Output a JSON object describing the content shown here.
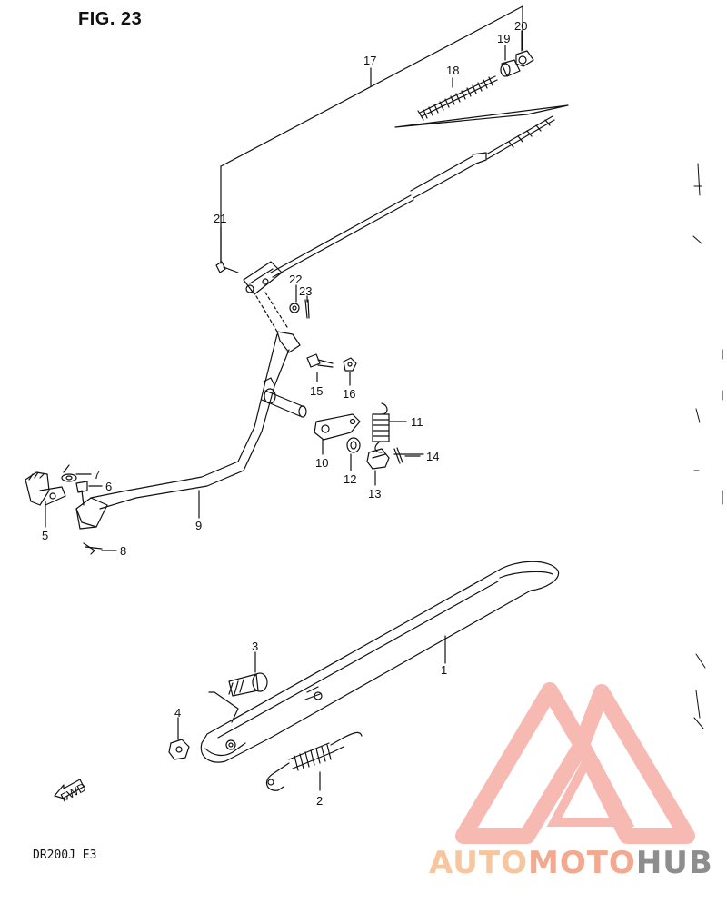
{
  "figure": {
    "title": "FIG. 23",
    "model_code": "DR200J  E3",
    "fwd_label": "FWD"
  },
  "callouts": {
    "c1": "1",
    "c2": "2",
    "c3": "3",
    "c4": "4",
    "c5": "5",
    "c6": "6",
    "c7": "7",
    "c8": "8",
    "c9": "9",
    "c10": "10",
    "c11": "11",
    "c12": "12",
    "c13": "13",
    "c14": "14",
    "c15": "15",
    "c16": "16",
    "c17": "17",
    "c18": "18",
    "c19": "19",
    "c20": "20",
    "c21": "21",
    "c22": "22",
    "c23": "23"
  },
  "watermark": {
    "part1": "AUTO",
    "part2": "MOTO",
    "part3": "HUB"
  },
  "colors": {
    "line": "#111111",
    "watermark_red": "#f4a49a",
    "watermark_orange": "#f6c79f",
    "watermark_gray": "#8d8d8d"
  }
}
